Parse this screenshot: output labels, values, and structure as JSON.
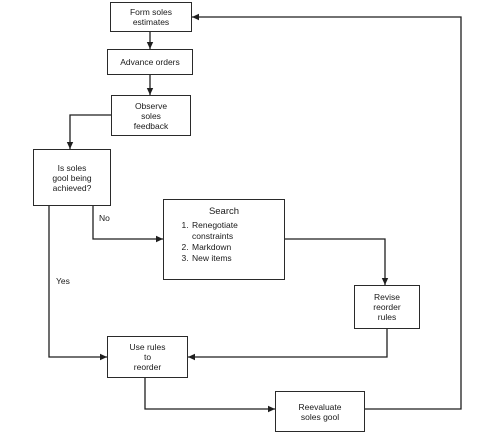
{
  "nodes": {
    "form_estimates": {
      "lines": [
        "Form soles",
        "estimates"
      ]
    },
    "advance_orders": {
      "lines": [
        "Advance orders"
      ]
    },
    "observe_feedback": {
      "lines": [
        "Observe",
        "soles",
        "feedback"
      ]
    },
    "decision": {
      "lines": [
        "Is soles",
        "gool being",
        "achieved?"
      ]
    },
    "search": {
      "title": "Search",
      "items": [
        "Renegotiate constraints",
        "Markdown",
        "New items"
      ]
    },
    "revise_rules": {
      "lines": [
        "Revise",
        "reorder",
        "rules"
      ]
    },
    "use_rules": {
      "lines": [
        "Use rules",
        "to",
        "reorder"
      ]
    },
    "reevaluate": {
      "lines": [
        "Reevaluate",
        "soles gool"
      ]
    }
  },
  "edge_labels": {
    "no": "No",
    "yes": "Yes"
  }
}
